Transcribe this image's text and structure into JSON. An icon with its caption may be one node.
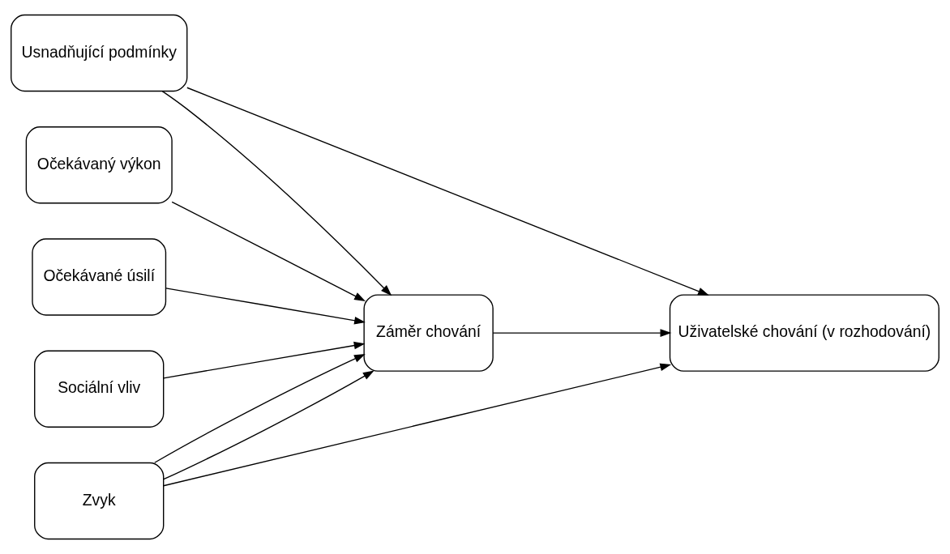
{
  "diagram": {
    "nodes": [
      {
        "text": [
          "Očekávaný výkon"
        ]
      },
      {
        "text": [
          "Očekávané úsilí"
        ]
      },
      {
        "text": [
          "Sociální vliv"
        ]
      },
      {
        "text": [
          "Usnadňující podmínky"
        ]
      },
      {
        "text": [
          "Zvyk"
        ]
      },
      {
        "text": [
          "Záměr chování"
        ]
      },
      {
        "text": [
          "Uživatelské chování (v rozhodování)"
        ]
      }
    ],
    "edges": [
      {
        "from": 0,
        "to": 5,
        "arrow": "to"
      },
      {
        "from": 1,
        "to": 5,
        "arrow": "to"
      },
      {
        "from": 2,
        "to": 5,
        "arrow": "to"
      },
      {
        "from": 3,
        "to": 5,
        "arrow": "to"
      },
      {
        "from": 3,
        "to": 6,
        "arrow": "to"
      },
      {
        "from": 4,
        "to": 5,
        "arrow": "to"
      },
      {
        "from": 4,
        "to": 5,
        "arrow": "to"
      },
      {
        "from": 4,
        "to": 6,
        "arrow": "to"
      },
      {
        "from": 5,
        "to": 6,
        "arrow": "to"
      }
    ]
  }
}
